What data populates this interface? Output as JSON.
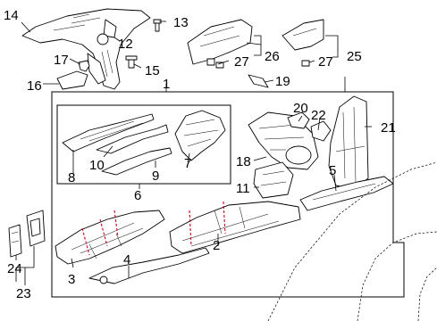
{
  "callouts": {
    "c1": "1",
    "c2": "2",
    "c3": "3",
    "c4": "4",
    "c5": "5",
    "c6": "6",
    "c7": "7",
    "c8": "8",
    "c9": "9",
    "c10": "10",
    "c11": "11",
    "c12": "12",
    "c13": "13",
    "c14": "14",
    "c15": "15",
    "c16": "16",
    "c17": "17",
    "c18": "18",
    "c19": "19",
    "c20": "20",
    "c21": "21",
    "c22": "22",
    "c23": "23",
    "c24": "24",
    "c25": "25",
    "c26": "26",
    "c27a": "27",
    "c27b": "27"
  },
  "colors": {
    "line": "#000000",
    "cut_line": "#d0021b",
    "background": "#ffffff"
  }
}
